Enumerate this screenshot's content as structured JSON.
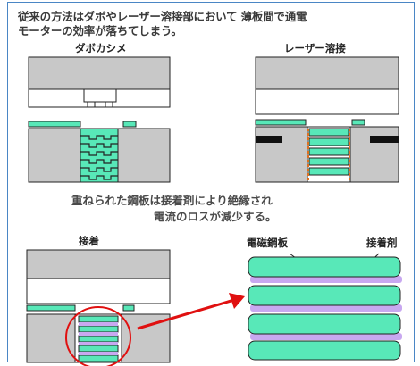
{
  "header": {
    "line1": "従来の方法はダボやレーザー溶接部において 薄板間で通電",
    "line2": "モーターの効率が落ちてしまう。"
  },
  "methods": {
    "dowel": "ダボカシメ",
    "laser": "レーザー溶接",
    "adhesive": "接着"
  },
  "middle": {
    "line1": "重ねられた鋼板は接着剤により絶縁され",
    "line2": "電流のロスが減少する。"
  },
  "detail": {
    "steel_label": "電磁鋼板",
    "adhesive_label": "接着剤"
  },
  "colors": {
    "steel": "#58e8b8",
    "adhesive": "#c8a8f0",
    "die": "#c8c8c8",
    "arrow": "#e01010",
    "frame": "#4a86c5"
  }
}
